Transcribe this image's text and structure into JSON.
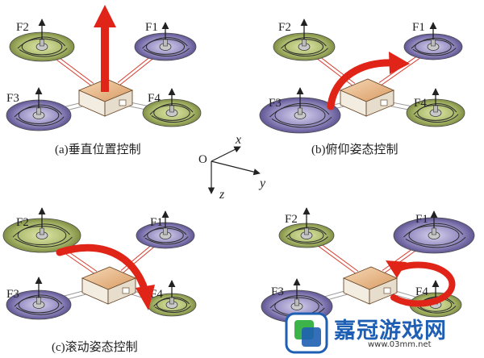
{
  "panels": [
    {
      "caption": "(a)垂直位置控制",
      "rotors": [
        {
          "label": "F2",
          "color": "green"
        },
        {
          "label": "F1",
          "color": "purple"
        },
        {
          "label": "F3",
          "color": "purple"
        },
        {
          "label": "F4",
          "color": "green"
        }
      ],
      "motion": "vertical-up-arrow"
    },
    {
      "caption": "(b)俯仰姿态控制",
      "rotors": [
        {
          "label": "F2",
          "color": "green"
        },
        {
          "label": "F1",
          "color": "purple"
        },
        {
          "label": "F3",
          "color": "purple"
        },
        {
          "label": "F4",
          "color": "green"
        }
      ],
      "motion": "pitch-curved-arrow"
    },
    {
      "caption": "(c)滚动姿态控制",
      "rotors": [
        {
          "label": "F2",
          "color": "green"
        },
        {
          "label": "F1",
          "color": "purple"
        },
        {
          "label": "F3",
          "color": "purple"
        },
        {
          "label": "F4",
          "color": "green"
        }
      ],
      "motion": "roll-curved-arrow"
    },
    {
      "caption": "",
      "rotors": [
        {
          "label": "F2",
          "color": "green"
        },
        {
          "label": "F1",
          "color": "purple"
        },
        {
          "label": "F3",
          "color": "purple"
        },
        {
          "label": "F4",
          "color": "green"
        }
      ],
      "motion": "yaw-circular-arrow"
    }
  ],
  "axes": {
    "origin": "O",
    "x": "x",
    "y": "y",
    "z": "z"
  },
  "watermark": {
    "title": "嘉冠游戏网",
    "url": "www.03mm.net"
  },
  "colors": {
    "green_rotor": "#a9b86a",
    "purple_rotor": "#8f86bd",
    "body": "#e8b98a",
    "arm_red": "#d83a2a",
    "arrow_red": "#e02418",
    "logo_blue": "#1f5fb3",
    "logo_green": "#3cb44a"
  }
}
